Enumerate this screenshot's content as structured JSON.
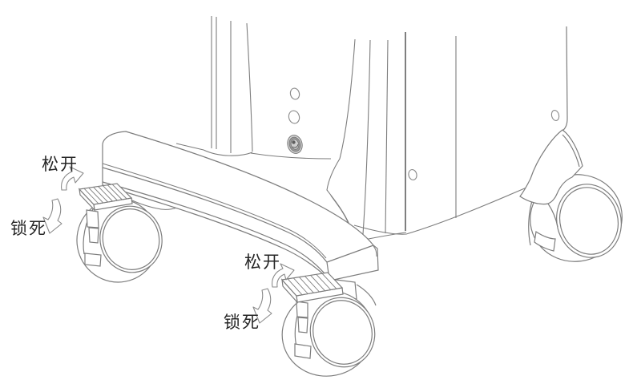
{
  "figure": {
    "background_color": "#ffffff",
    "line_color": "#7d7d7d",
    "dark_line_color": "#5f5f5f",
    "text_color": "#262626",
    "annotations": {
      "front_left_caster": {
        "release": "松开",
        "lock": "锁死"
      },
      "front_center_caster": {
        "release": "松开",
        "lock": "锁死"
      }
    }
  }
}
